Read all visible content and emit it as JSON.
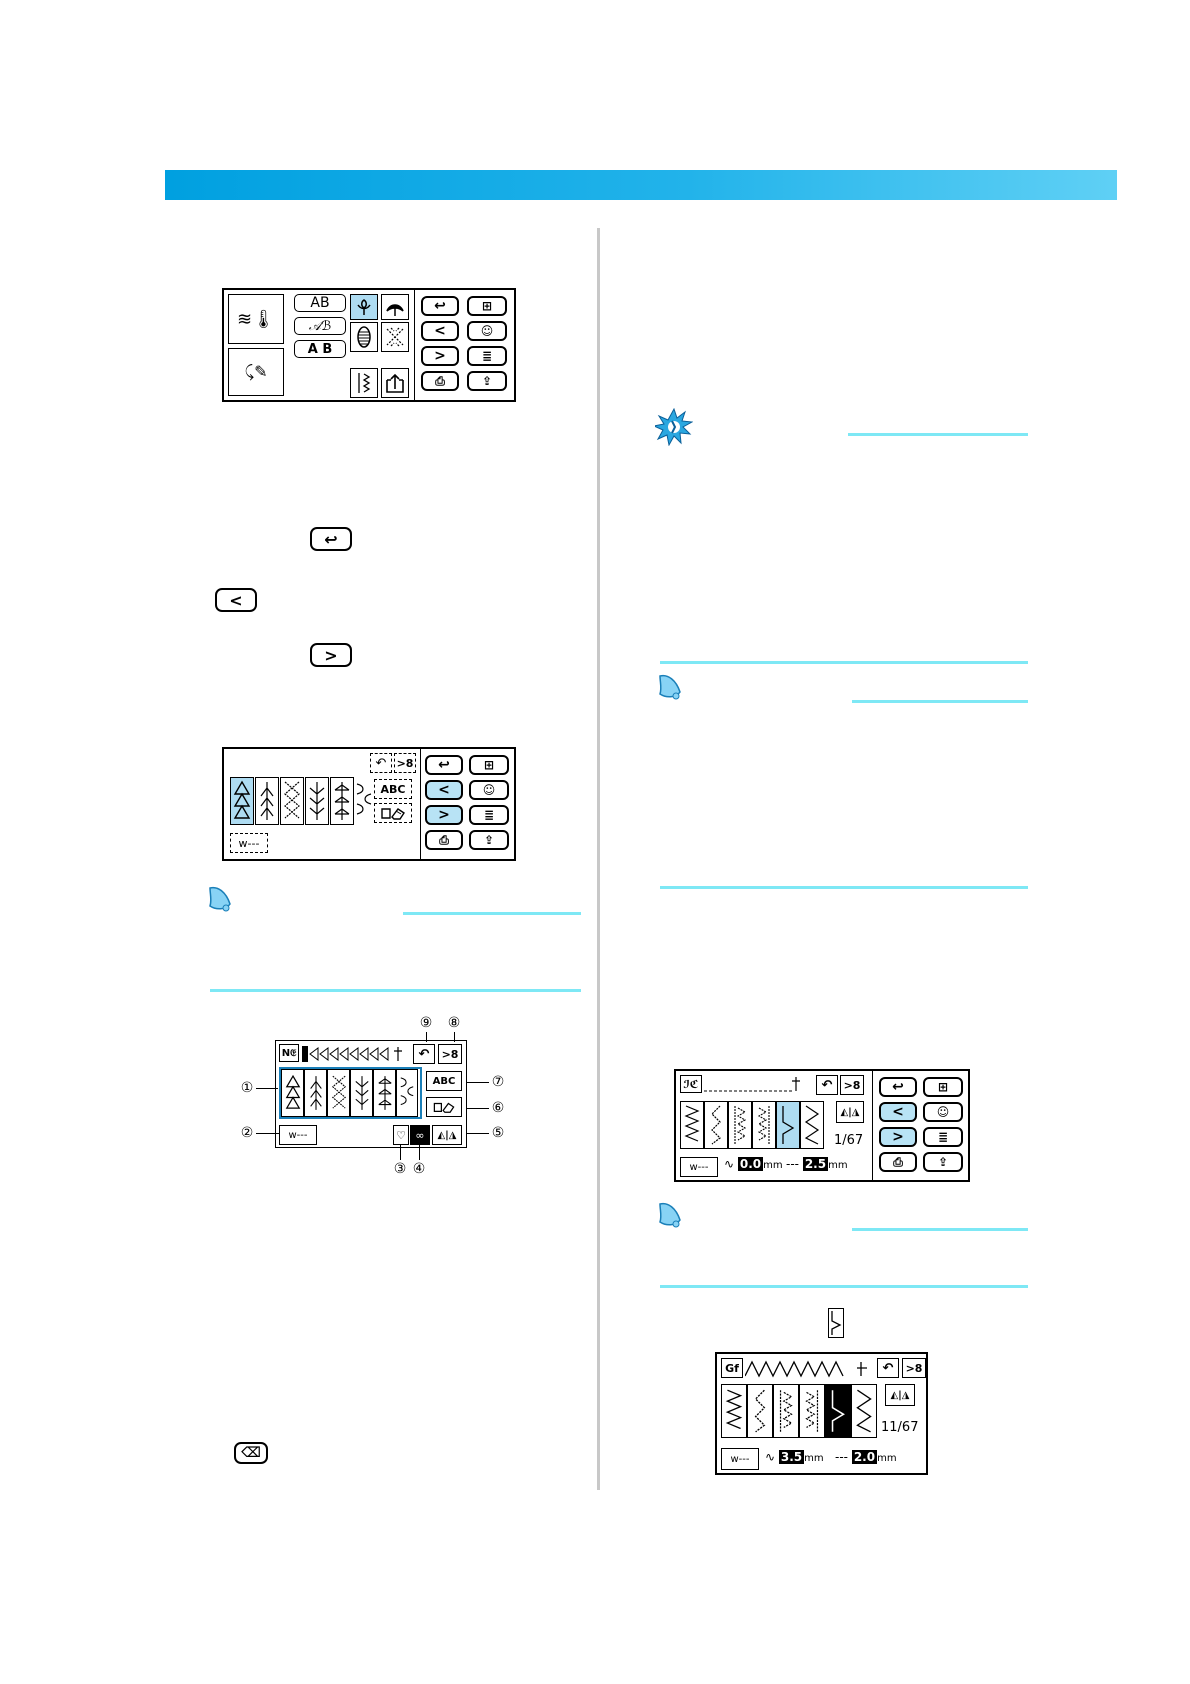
{
  "screen1": {
    "cat_utility": "≋🌡",
    "cat_quilt": "⤹✎",
    "char_ab_outline": "AB",
    "char_ab_script": "𝒜ℬ",
    "char_ab_3d": "A B",
    "nav": {
      "back": "↩",
      "prev": "<",
      "next": ">",
      "memory": "⊞",
      "help": "☺",
      "manual": "≣",
      "save": "⎙",
      "recall": "⇪"
    }
  },
  "inline_keys": {
    "back": "↩",
    "prev": "<",
    "next": ">"
  },
  "screen2": {
    "stitch_length_icon": "ᴡ---",
    "mirror_label": "↶",
    "cut_label": ">8",
    "text_abc": "ABC",
    "nav": {
      "back": "↩",
      "prev": "<",
      "next": ">",
      "memory": "⊞",
      "help": "☺",
      "manual": "≣",
      "save": "⎙",
      "recall": "⇪"
    }
  },
  "screen3": {
    "header_code": "N𝔈",
    "callouts": [
      "①",
      "②",
      "③",
      "④",
      "⑤",
      "⑥",
      "⑦",
      "⑧",
      "⑨"
    ],
    "text_abc": "ABC",
    "stitch_length_icon": "ᴡ---",
    "mirror_key": "◭|◮"
  },
  "inline_clear_key": "⌫",
  "screen4": {
    "header_code": "ℐℭ",
    "page": "1/67",
    "width_value": "0.0",
    "length_value": "2.5",
    "unit": "mm",
    "nav": {
      "back": "↩",
      "prev": "<",
      "next": ">",
      "memory": "⊞",
      "help": "☺",
      "manual": "≣",
      "save": "⎙",
      "recall": "⇪"
    }
  },
  "screen5": {
    "header_code": "Gf",
    "page": "11/67",
    "width_value": "3.5",
    "length_value": "2.0",
    "unit": "mm"
  },
  "colors": {
    "accent": "#00a0e0",
    "highlight": "#aedcf2",
    "rule": "#7ee8f5"
  }
}
